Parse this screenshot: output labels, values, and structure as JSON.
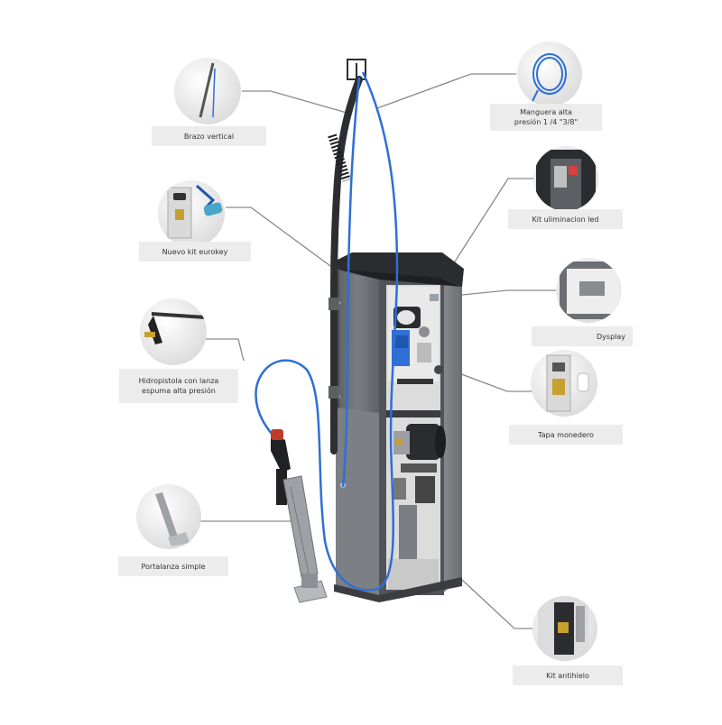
{
  "callouts": {
    "brazo_vertical": "Brazo vertical",
    "nuevo_kit_eurokey": "Nuevo kit eurokey",
    "hidropistola": "Hidropistola con lanza\nespuma alta presión",
    "portalanza": "Portalanza simple",
    "manguera": "Manguera alta\npresión 1 /4 \"3/8\"",
    "kit_led": "Kit uliminacion led",
    "dysplay": "Dysplay",
    "tapa_monedero": "Tapa monedero",
    "kit_antihielo": "Kit antihielo"
  },
  "colors": {
    "hose_blue": "#2f6fd6",
    "cabinet_grey": "#6b6e72",
    "cabinet_dark": "#2a2c30",
    "leader_line": "#8a8a8a",
    "label_bg": "#ececec"
  },
  "icons": [
    "vertical-arm-thumbnail",
    "eurokey-kit-thumbnail",
    "spray-gun-thumbnail",
    "lance-holder-thumbnail",
    "hose-coil-thumbnail",
    "led-kit-thumbnail",
    "display-thumbnail",
    "coin-box-thumbnail",
    "antifreeze-kit-thumbnail"
  ]
}
